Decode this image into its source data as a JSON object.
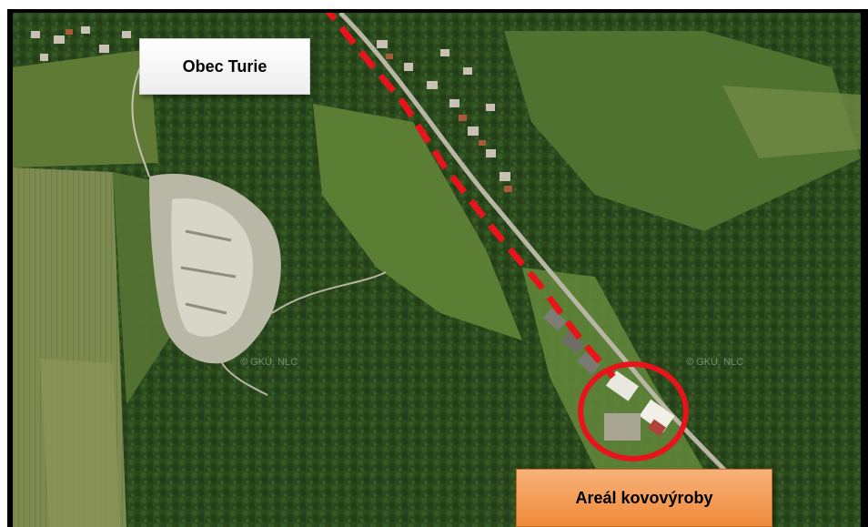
{
  "labels": {
    "village": "Obec Turie",
    "site": "Areál kovovýroby"
  },
  "watermarks": [
    "© GKÚ, NLC",
    "© GKÚ, NLC"
  ],
  "colors": {
    "route_dash": "#e8141c",
    "site_circle": "#e8141c",
    "village_label_bg": "#ffffff",
    "site_label_bg": "#f29b55",
    "frame": "#000000"
  },
  "map": {
    "type": "aerial-photo",
    "features": [
      "village",
      "quarry",
      "road",
      "forest",
      "fields",
      "industrial-area"
    ]
  }
}
